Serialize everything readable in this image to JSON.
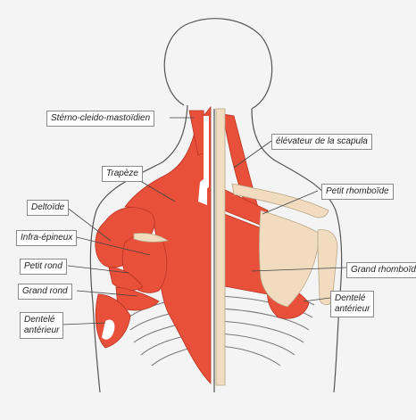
{
  "colors": {
    "muscle": "#e8503a",
    "muscle_stroke": "#b93422",
    "bone": "#f1dcc0",
    "outline": "#555555",
    "background": "#f4f4f4"
  },
  "labels": {
    "sterno": "Stérno-cleido-mastoïdien",
    "elevateur": "élévateur de la scapula",
    "trapeze": "Trapèze",
    "petit_rhomboide": "Petit rhomboïde",
    "deltoide": "Deltoïde",
    "infra_epineux": "Infra-épineux",
    "grand_rhomboide": "Grand rhomboïde",
    "petit_rond": "Petit rond",
    "grand_rond": "Grand rond",
    "dentele_right_line1": "Dentelé",
    "dentele_right_line2": "antérieur",
    "dentele_left_line1": "Dentelé",
    "dentele_left_line2": "antérieur"
  }
}
